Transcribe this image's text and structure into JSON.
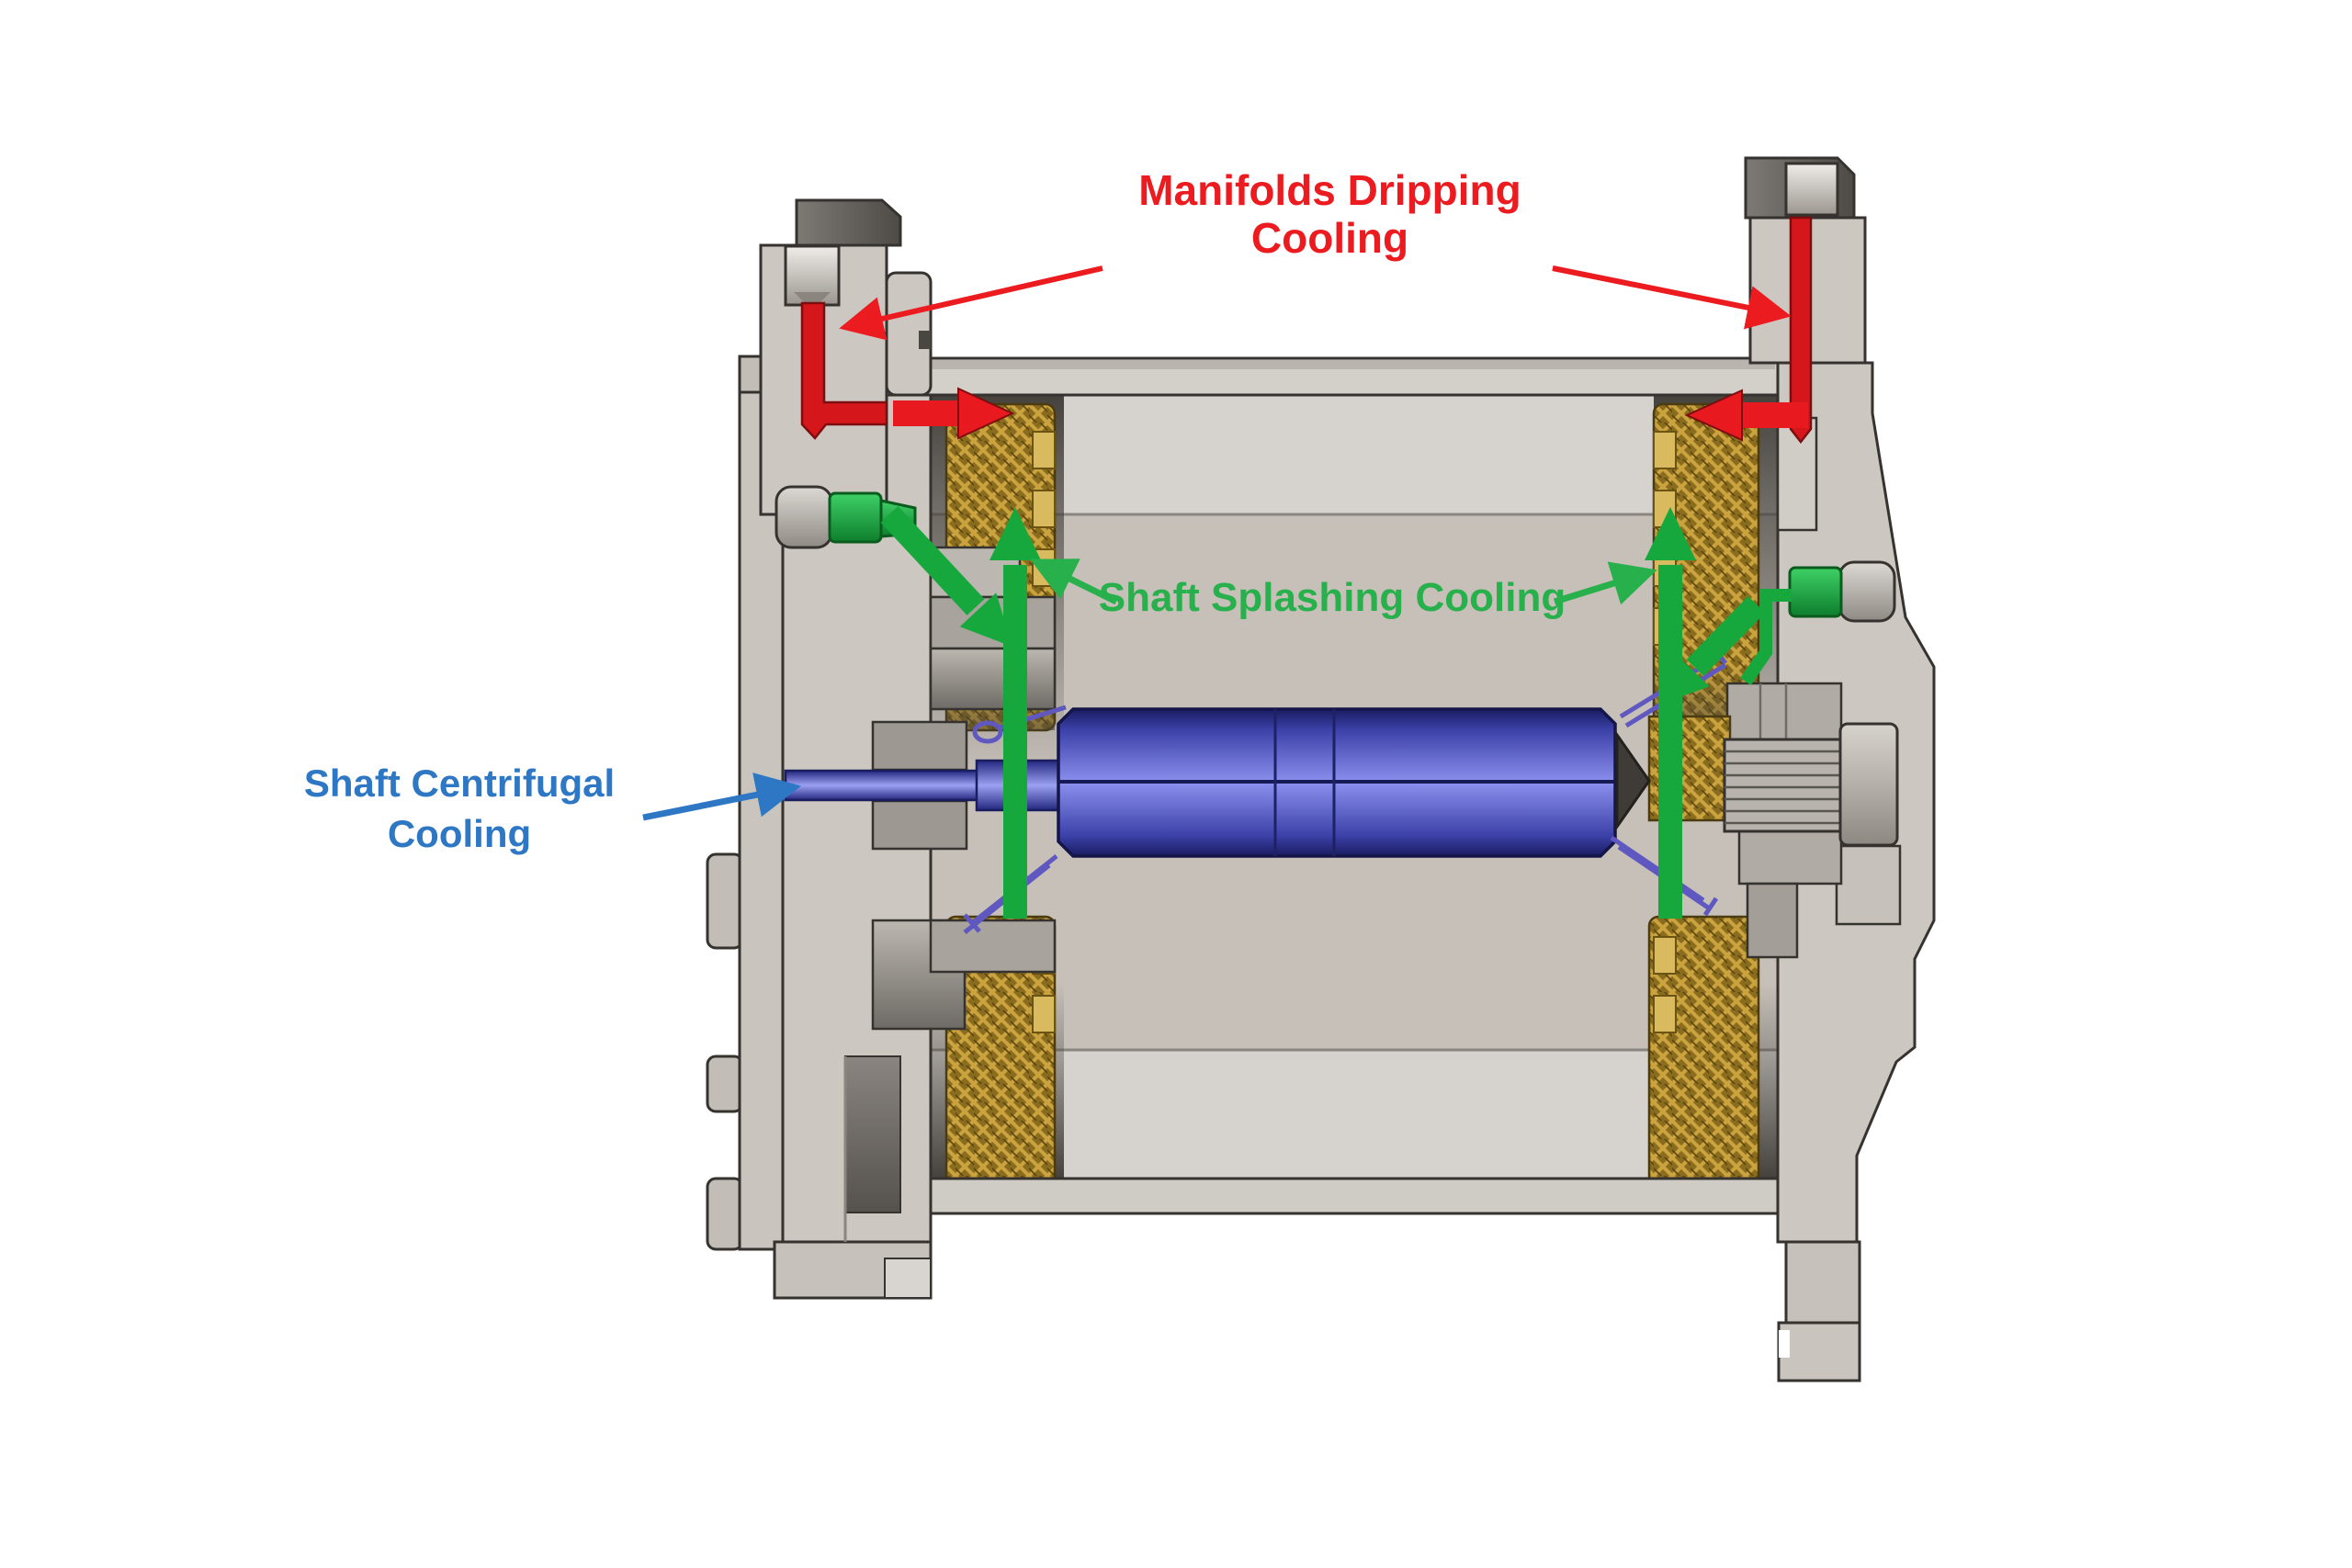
{
  "diagram": {
    "type": "motor-cross-section-cooling-diagram",
    "labels": {
      "manifolds": "Manifolds Dripping\nCooling",
      "splashing": "Shaft Splashing Cooling",
      "centrifugal": "Shaft Centrifugal\nCooling"
    },
    "colors": {
      "manifolds_label": "#ec1b1f",
      "splashing_label": "#27b04c",
      "centrifugal_label": "#2d77c5",
      "coolant_red": "#e91a1f",
      "coolant_green": "#17ab3e",
      "rotor_blue": "#5a60d4",
      "winding_gold": "#8a6c1e",
      "housing_gray": "#ccc7c0"
    }
  }
}
